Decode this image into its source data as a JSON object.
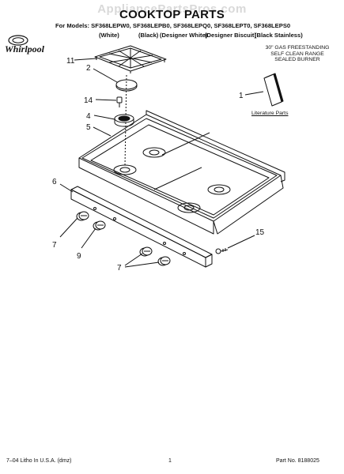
{
  "header": {
    "watermark": "AppliancePartsPros.com",
    "title": "COOKTOP PARTS",
    "models_line": "For Models: SF368LEPW0, SF368LEPB0, SF368LEPQ0, SF368LEPT0, SF368LEPS0",
    "variants": [
      "(White)",
      "(Black)",
      "(Designer White)",
      "(Designer Biscuit)",
      "(Black Stainless)"
    ],
    "brand": "Whirlpool",
    "product_lines": [
      "30\" GAS FREESTANDING",
      "SELF CLEAN RANGE",
      "SEALED BURNER"
    ]
  },
  "callouts": {
    "c1": "1",
    "c2": "2",
    "c4": "4",
    "c5": "5",
    "c6": "6",
    "c7a": "7",
    "c7b": "7",
    "c9": "9",
    "c11": "11",
    "c14": "14",
    "c15": "15"
  },
  "literature_label": "Literature Parts",
  "footer": {
    "left": "7–04 Litho In U.S.A. (dmz)",
    "page": "1",
    "part_no": "Part No. 8188025"
  }
}
